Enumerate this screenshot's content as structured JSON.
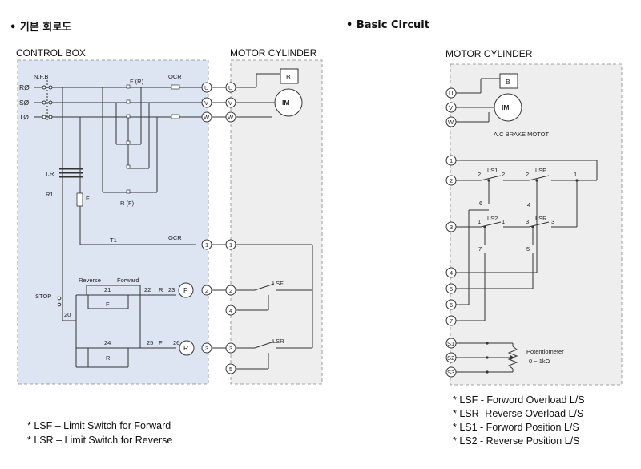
{
  "titles": {
    "korean_heading": "• 기본 회로도",
    "basic_circuit": "• Basic Circuit"
  },
  "left_panel": {
    "control_box_label": "CONTROL BOX",
    "motor_cylinder_label": "MOTOR CYLINDER",
    "labels": {
      "nfb": "N.F.B",
      "r_phase": "RØ",
      "s_phase": "SØ",
      "t_phase": "TØ",
      "fr": "F (R)",
      "rf": "R (F)",
      "ocr1": "OCR",
      "ocr2": "OCR",
      "tr": "T.R",
      "r1": "R1",
      "f_fuse": "F",
      "t1": "T1",
      "stop": "STOP",
      "n20": "20",
      "reverse": "Reverse",
      "forward": "Forward",
      "n21": "21",
      "f_contact": "F",
      "n22": "22",
      "r_contact": "R",
      "n23": "23",
      "coil_f": "F",
      "n24": "24",
      "r_contact2": "R",
      "n25": "25",
      "f_contact2": "F",
      "n26": "26",
      "coil_r": "R",
      "brake": "B",
      "motor": "IM",
      "lsf": "LSF",
      "lsr": "LSR"
    },
    "terminals_box": [
      "U",
      "V",
      "W",
      "1",
      "2",
      "3"
    ],
    "terminals_motor": [
      "U",
      "V",
      "W",
      "1",
      "2",
      "4",
      "3",
      "5"
    ]
  },
  "right_panel": {
    "motor_cylinder_label": "MOTOR CYLINDER",
    "motor_caption": "A.C BRAKE MOTOT",
    "brake": "B",
    "motor": "IM",
    "terminals": [
      "U",
      "V",
      "W",
      "1",
      "2",
      "3",
      "4",
      "5",
      "6",
      "7",
      "S1",
      "S2",
      "S3"
    ],
    "switch_labels": {
      "ls1": "LS1",
      "lsf": "LSF",
      "ls2": "LS2",
      "lsr": "LSR",
      "ls1_a": "2",
      "ls1_b": "2",
      "lsf_a": "2",
      "lsf_b": "1",
      "ls2_a": "1",
      "ls2_b": "1",
      "lsr_a": "3",
      "lsr_b": "3",
      "n6": "6",
      "n4": "4",
      "n7": "7",
      "n5": "5"
    },
    "potentiometer": "Potentiometer",
    "pot_range": "0 ~ 1kΩ"
  },
  "legend_left": [
    "* LSF – Limit Switch for Forward",
    "* LSR – Limit Switch for Reverse"
  ],
  "legend_right": [
    "* LSF - Forword Overload L/S",
    "* LSR- Reverse Overload L/S",
    "* LS1 - Forword Position L/S",
    "* LS2 - Reverse Position L/S"
  ]
}
